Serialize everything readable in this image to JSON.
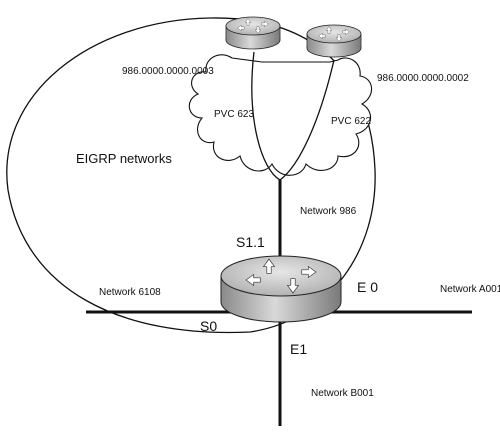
{
  "labels": {
    "addr_left": "986.0000.0000.0003",
    "addr_right": "986.0000.0000.0002",
    "pvc_left": "PVC 623",
    "pvc_right": "PVC 622",
    "eigrp": "EIGRP networks",
    "network_986": "Network 986",
    "s11": "S1.1",
    "network_6108": "Network 6108",
    "e0": "E 0",
    "network_a001": "Network A001",
    "s0": "S0",
    "e1": "E1",
    "network_b001": "Network B001"
  },
  "colors": {
    "line": "#111111",
    "router_top": "#c8c8c8",
    "router_side": "#9a9a9a",
    "router_arrows": "#ffffff"
  },
  "icons": [
    "router-icon",
    "router-icon",
    "router-icon"
  ]
}
